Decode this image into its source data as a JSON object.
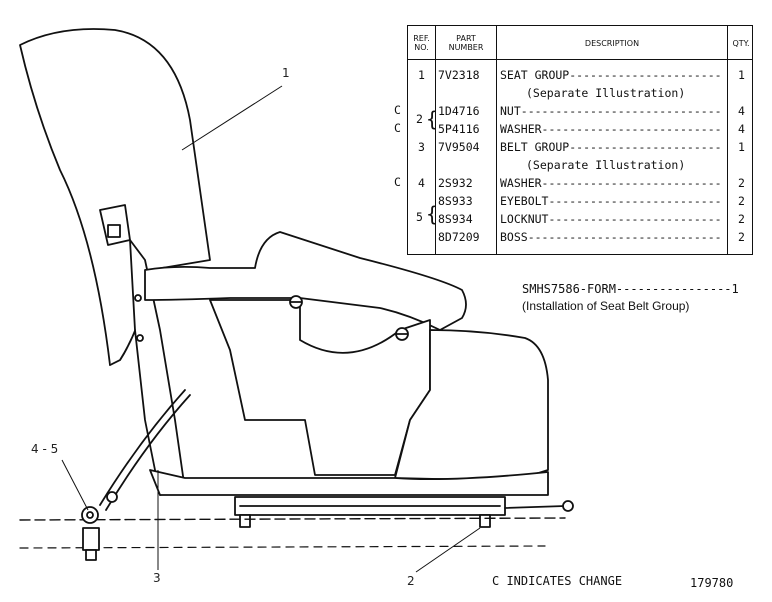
{
  "callouts": {
    "c1": "1",
    "c2": "2",
    "c3": "3",
    "c45": "4 - 5"
  },
  "table": {
    "headers": {
      "ref_line1": "REF.",
      "ref_line2": "NO.",
      "part_line1": "PART",
      "part_line2": "NUMBER",
      "description": "DESCRIPTION",
      "qty": "QTY."
    },
    "rows": [
      {
        "change": "",
        "ref": "1",
        "part": "7V2318",
        "desc": "SEAT GROUP----------------------",
        "qty": "1"
      },
      {
        "change": "",
        "ref": "",
        "part": "",
        "desc": "(Separate Illustration)",
        "qty": ""
      },
      {
        "change": "C",
        "ref": "2",
        "part": "1D4716",
        "desc": "NUT-----------------------------",
        "qty": "4"
      },
      {
        "change": "C",
        "ref": "",
        "part": "5P4116",
        "desc": "WASHER--------------------------",
        "qty": "4"
      },
      {
        "change": "",
        "ref": "3",
        "part": "7V9504",
        "desc": "BELT GROUP----------------------",
        "qty": "1"
      },
      {
        "change": "",
        "ref": "",
        "part": "",
        "desc": "(Separate Illustration)",
        "qty": ""
      },
      {
        "change": "C",
        "ref": "4",
        "part": "2S932",
        "desc": "WASHER--------------------------",
        "qty": "2"
      },
      {
        "change": "",
        "ref": "",
        "part": "8S933",
        "desc": "EYEBOLT-------------------------",
        "qty": "2"
      },
      {
        "change": "",
        "ref": "5",
        "part": "8S934",
        "desc": "LOCKNUT-------------------------",
        "qty": "2"
      },
      {
        "change": "",
        "ref": "",
        "part": "8D7209",
        "desc": "BOSS----------------------------",
        "qty": "2"
      }
    ]
  },
  "form": {
    "line1": "SMHS7586-FORM----------------1",
    "line2": "(Installation of Seat Belt Group)"
  },
  "footer": {
    "legend": "C INDICATES CHANGE",
    "illustration_number": "179780"
  }
}
